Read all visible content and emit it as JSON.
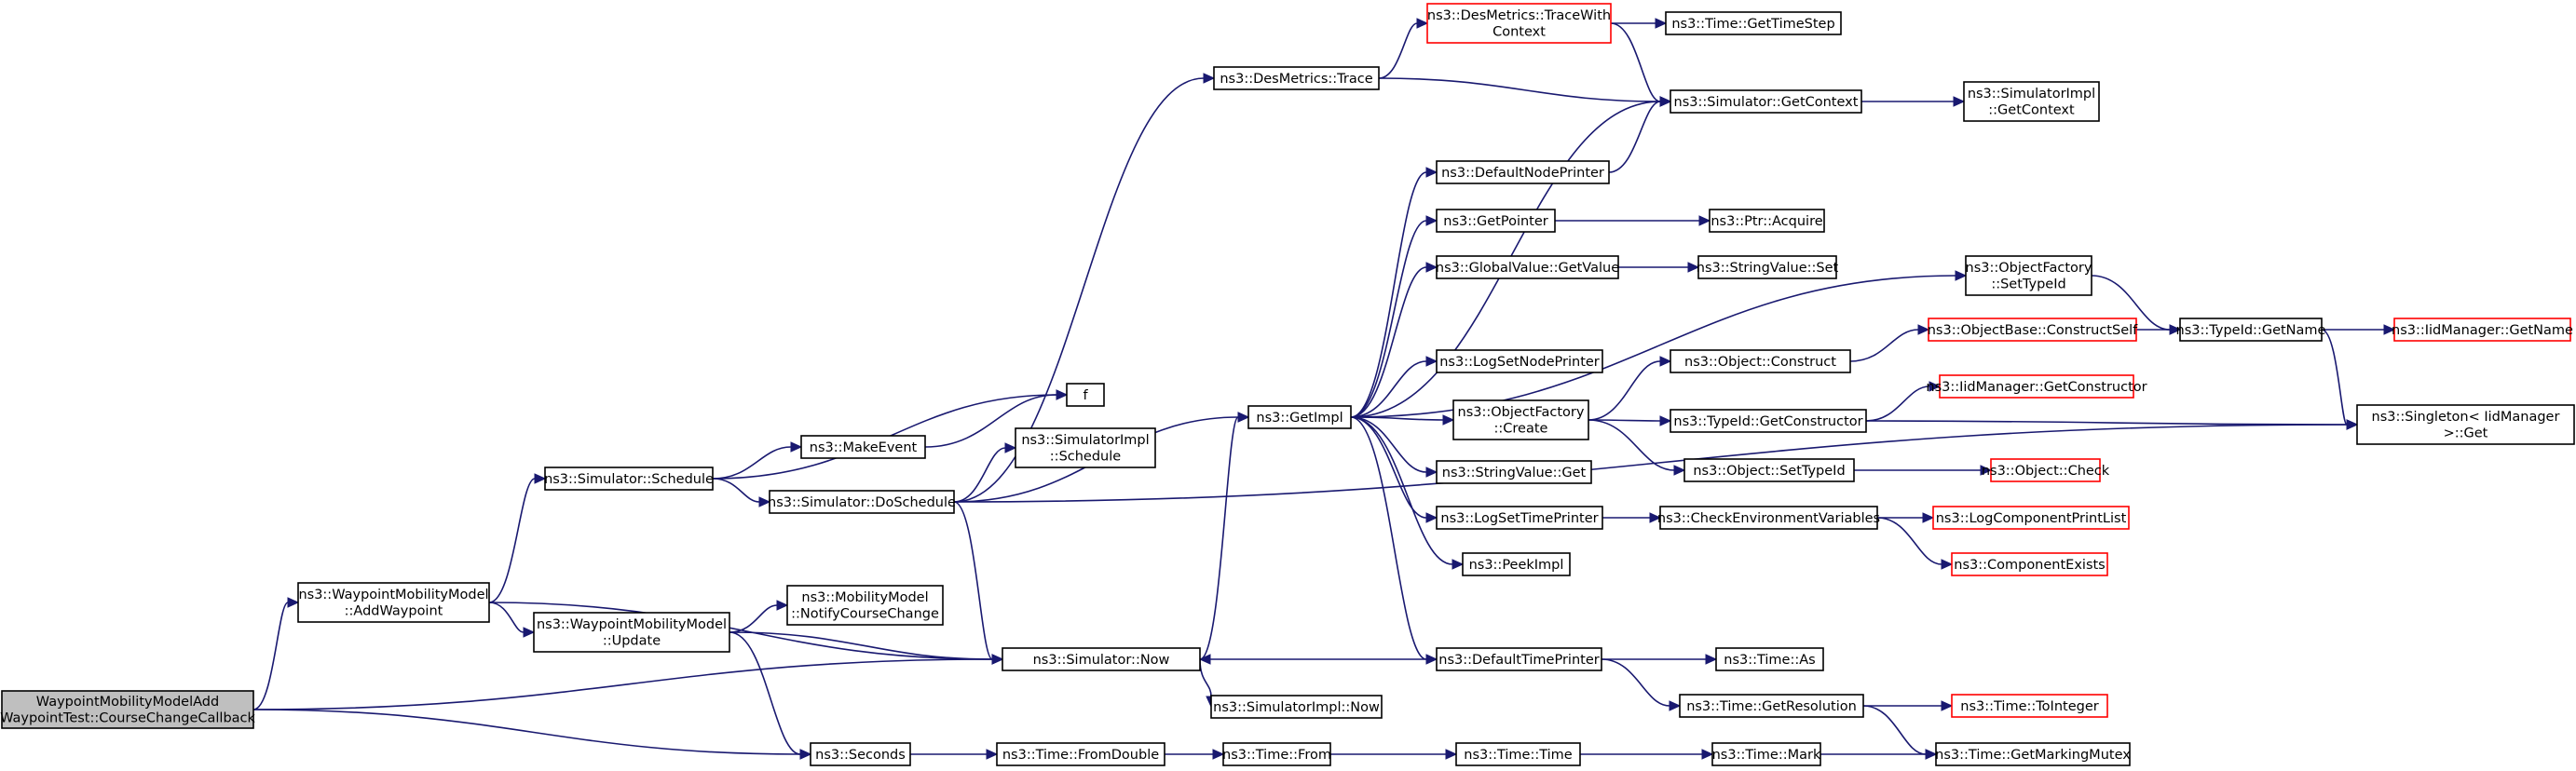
{
  "diagram": {
    "type": "call-graph",
    "colors": {
      "edge": "#191970",
      "node_border": "#000000",
      "node_border_truncated": "#ff0000",
      "root_fill": "#bfbfbf",
      "node_fill": "#ffffff"
    },
    "nodes": [
      {
        "id": "root",
        "lines": [
          "WaypointMobilityModelAdd",
          "WaypointTest::CourseChangeCallback"
        ],
        "style": "root"
      },
      {
        "id": "addwaypoint",
        "lines": [
          "ns3::WaypointMobilityModel",
          "::AddWaypoint"
        ],
        "style": "normal"
      },
      {
        "id": "schedule",
        "lines": [
          "ns3::Simulator::Schedule"
        ],
        "style": "normal"
      },
      {
        "id": "update",
        "lines": [
          "ns3::WaypointMobilityModel",
          "::Update"
        ],
        "style": "normal"
      },
      {
        "id": "now",
        "lines": [
          "ns3::Simulator::Now"
        ],
        "style": "normal"
      },
      {
        "id": "seconds",
        "lines": [
          "ns3::Seconds"
        ],
        "style": "normal"
      },
      {
        "id": "makeevent",
        "lines": [
          "ns3::MakeEvent"
        ],
        "style": "normal"
      },
      {
        "id": "f",
        "lines": [
          "f"
        ],
        "style": "normal"
      },
      {
        "id": "doschedule",
        "lines": [
          "ns3::Simulator::DoSchedule"
        ],
        "style": "normal"
      },
      {
        "id": "simimplschedule",
        "lines": [
          "ns3::SimulatorImpl",
          "::Schedule"
        ],
        "style": "normal"
      },
      {
        "id": "notify",
        "lines": [
          "ns3::MobilityModel",
          "::NotifyCourseChange"
        ],
        "style": "normal"
      },
      {
        "id": "simimplnow",
        "lines": [
          "ns3::SimulatorImpl::Now"
        ],
        "style": "normal"
      },
      {
        "id": "fromdouble",
        "lines": [
          "ns3::Time::FromDouble"
        ],
        "style": "normal"
      },
      {
        "id": "from",
        "lines": [
          "ns3::Time::From"
        ],
        "style": "normal"
      },
      {
        "id": "time",
        "lines": [
          "ns3::Time::Time"
        ],
        "style": "normal"
      },
      {
        "id": "mark",
        "lines": [
          "ns3::Time::Mark"
        ],
        "style": "normal"
      },
      {
        "id": "getmarkingmutex",
        "lines": [
          "ns3::Time::GetMarkingMutex"
        ],
        "style": "normal"
      },
      {
        "id": "destrace",
        "lines": [
          "ns3::DesMetrics::Trace"
        ],
        "style": "normal"
      },
      {
        "id": "destracectx",
        "lines": [
          "ns3::DesMetrics::TraceWith",
          "Context"
        ],
        "style": "red"
      },
      {
        "id": "gettimestep",
        "lines": [
          "ns3::Time::GetTimeStep"
        ],
        "style": "normal"
      },
      {
        "id": "getcontext",
        "lines": [
          "ns3::Simulator::GetContext"
        ],
        "style": "normal"
      },
      {
        "id": "simimplgetcontext",
        "lines": [
          "ns3::SimulatorImpl",
          "::GetContext"
        ],
        "style": "normal"
      },
      {
        "id": "getimpl",
        "lines": [
          "ns3::GetImpl"
        ],
        "style": "normal"
      },
      {
        "id": "defaultnodeprinter",
        "lines": [
          "ns3::DefaultNodePrinter"
        ],
        "style": "normal"
      },
      {
        "id": "getpointer",
        "lines": [
          "ns3::GetPointer"
        ],
        "style": "normal"
      },
      {
        "id": "ptracquire",
        "lines": [
          "ns3::Ptr::Acquire"
        ],
        "style": "normal"
      },
      {
        "id": "globalvalue",
        "lines": [
          "ns3::GlobalValue::GetValue"
        ],
        "style": "normal"
      },
      {
        "id": "stringvalueset",
        "lines": [
          "ns3::StringValue::Set"
        ],
        "style": "normal"
      },
      {
        "id": "objfactorysettypeid",
        "lines": [
          "ns3::ObjectFactory",
          "::SetTypeId"
        ],
        "style": "normal"
      },
      {
        "id": "typeidgetname",
        "lines": [
          "ns3::TypeId::GetName"
        ],
        "style": "normal"
      },
      {
        "id": "iidgetname",
        "lines": [
          "ns3::IidManager::GetName"
        ],
        "style": "red"
      },
      {
        "id": "logsetnodeprinter",
        "lines": [
          "ns3::LogSetNodePrinter"
        ],
        "style": "normal"
      },
      {
        "id": "objectconstruct",
        "lines": [
          "ns3::Object::Construct"
        ],
        "style": "normal"
      },
      {
        "id": "constructself",
        "lines": [
          "ns3::ObjectBase::ConstructSelf"
        ],
        "style": "red"
      },
      {
        "id": "objfactorycreate",
        "lines": [
          "ns3::ObjectFactory",
          "::Create"
        ],
        "style": "normal"
      },
      {
        "id": "getconstructor",
        "lines": [
          "ns3::TypeId::GetConstructor"
        ],
        "style": "normal"
      },
      {
        "id": "iidgetconstructor",
        "lines": [
          "ns3::IidManager::GetConstructor"
        ],
        "style": "red"
      },
      {
        "id": "singleton",
        "lines": [
          "ns3::Singleton< IidManager",
          " >::Get"
        ],
        "style": "normal"
      },
      {
        "id": "stringvalueget",
        "lines": [
          "ns3::StringValue::Get"
        ],
        "style": "normal"
      },
      {
        "id": "objectsettypeid",
        "lines": [
          "ns3::Object::SetTypeId"
        ],
        "style": "normal"
      },
      {
        "id": "objectcheck",
        "lines": [
          "ns3::Object::Check"
        ],
        "style": "red"
      },
      {
        "id": "logsettimeprinter",
        "lines": [
          "ns3::LogSetTimePrinter"
        ],
        "style": "normal"
      },
      {
        "id": "checkenv",
        "lines": [
          "ns3::CheckEnvironmentVariables"
        ],
        "style": "normal"
      },
      {
        "id": "logcomponentprintlist",
        "lines": [
          "ns3::LogComponentPrintList"
        ],
        "style": "red"
      },
      {
        "id": "componentexists",
        "lines": [
          "ns3::ComponentExists"
        ],
        "style": "red"
      },
      {
        "id": "peekimpl",
        "lines": [
          "ns3::PeekImpl"
        ],
        "style": "normal"
      },
      {
        "id": "defaulttimeprinter",
        "lines": [
          "ns3::DefaultTimePrinter"
        ],
        "style": "normal"
      },
      {
        "id": "timeas",
        "lines": [
          "ns3::Time::As"
        ],
        "style": "normal"
      },
      {
        "id": "getresolution",
        "lines": [
          "ns3::Time::GetResolution"
        ],
        "style": "normal"
      },
      {
        "id": "tointeger",
        "lines": [
          "ns3::Time::ToInteger"
        ],
        "style": "red"
      }
    ],
    "edges": [
      [
        "root",
        "addwaypoint"
      ],
      [
        "root",
        "now"
      ],
      [
        "root",
        "seconds"
      ],
      [
        "addwaypoint",
        "schedule"
      ],
      [
        "addwaypoint",
        "update"
      ],
      [
        "addwaypoint",
        "now"
      ],
      [
        "schedule",
        "makeevent"
      ],
      [
        "schedule",
        "f"
      ],
      [
        "schedule",
        "doschedule"
      ],
      [
        "makeevent",
        "f"
      ],
      [
        "update",
        "notify"
      ],
      [
        "update",
        "now"
      ],
      [
        "update",
        "seconds"
      ],
      [
        "doschedule",
        "simimplschedule"
      ],
      [
        "doschedule",
        "destrace"
      ],
      [
        "doschedule",
        "getimpl"
      ],
      [
        "doschedule",
        "now"
      ],
      [
        "doschedule",
        "singleton"
      ],
      [
        "now",
        "getimpl"
      ],
      [
        "now",
        "simimplnow"
      ],
      [
        "seconds",
        "fromdouble"
      ],
      [
        "fromdouble",
        "from"
      ],
      [
        "from",
        "time"
      ],
      [
        "time",
        "mark"
      ],
      [
        "mark",
        "getmarkingmutex"
      ],
      [
        "destrace",
        "destracectx"
      ],
      [
        "destrace",
        "getcontext"
      ],
      [
        "destracectx",
        "gettimestep"
      ],
      [
        "destracectx",
        "getcontext"
      ],
      [
        "getcontext",
        "simimplgetcontext"
      ],
      [
        "getimpl",
        "getcontext"
      ],
      [
        "getimpl",
        "defaultnodeprinter"
      ],
      [
        "getimpl",
        "getpointer"
      ],
      [
        "getimpl",
        "globalvalue"
      ],
      [
        "getimpl",
        "objfactorysettypeid"
      ],
      [
        "getimpl",
        "logsetnodeprinter"
      ],
      [
        "getimpl",
        "objfactorycreate"
      ],
      [
        "getimpl",
        "stringvalueget"
      ],
      [
        "getimpl",
        "logsettimeprinter"
      ],
      [
        "getimpl",
        "peekimpl"
      ],
      [
        "getimpl",
        "defaulttimeprinter"
      ],
      [
        "defaultnodeprinter",
        "getcontext"
      ],
      [
        "getpointer",
        "ptracquire"
      ],
      [
        "globalvalue",
        "stringvalueset"
      ],
      [
        "objfactorysettypeid",
        "typeidgetname"
      ],
      [
        "typeidgetname",
        "iidgetname"
      ],
      [
        "typeidgetname",
        "singleton"
      ],
      [
        "objfactorycreate",
        "objectconstruct"
      ],
      [
        "objfactorycreate",
        "getconstructor"
      ],
      [
        "objfactorycreate",
        "objectsettypeid"
      ],
      [
        "objectconstruct",
        "constructself"
      ],
      [
        "constructself",
        "typeidgetname"
      ],
      [
        "getconstructor",
        "iidgetconstructor"
      ],
      [
        "getconstructor",
        "singleton"
      ],
      [
        "objectsettypeid",
        "objectcheck"
      ],
      [
        "logsettimeprinter",
        "checkenv"
      ],
      [
        "checkenv",
        "logcomponentprintlist"
      ],
      [
        "checkenv",
        "componentexists"
      ],
      [
        "defaulttimeprinter",
        "now"
      ],
      [
        "defaulttimeprinter",
        "timeas"
      ],
      [
        "defaulttimeprinter",
        "getresolution"
      ],
      [
        "getresolution",
        "tointeger"
      ],
      [
        "getresolution",
        "getmarkingmutex"
      ]
    ]
  }
}
